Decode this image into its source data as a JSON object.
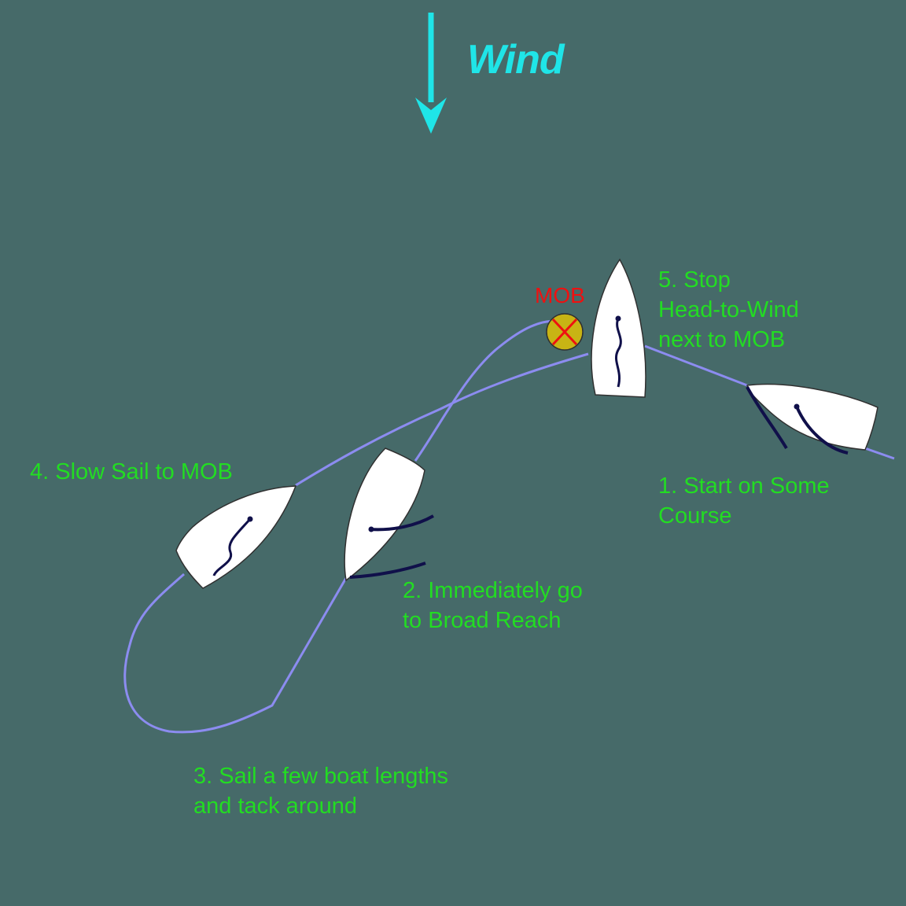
{
  "wind": {
    "label": "Wind"
  },
  "mob": {
    "label": "MOB"
  },
  "steps": [
    {
      "lines": [
        "1. Start on Some",
        "Course"
      ]
    },
    {
      "lines": [
        "2. Immediately go",
        "to Broad Reach"
      ]
    },
    {
      "lines": [
        "3. Sail a few boat lengths",
        "and tack around"
      ]
    },
    {
      "lines": [
        "4. Slow Sail to MOB"
      ]
    },
    {
      "lines": [
        "5. Stop",
        "Head-to-Wind",
        "next to MOB"
      ]
    }
  ],
  "colors": {
    "water": "#466a69",
    "wind_arrow": "#1fe5e8",
    "track": "#8c8cf0",
    "boat": "#ffffff",
    "sail": "#10104a",
    "step_text": "#22dd22",
    "mob_text": "#ee1111",
    "buoy": "#c8b414"
  }
}
